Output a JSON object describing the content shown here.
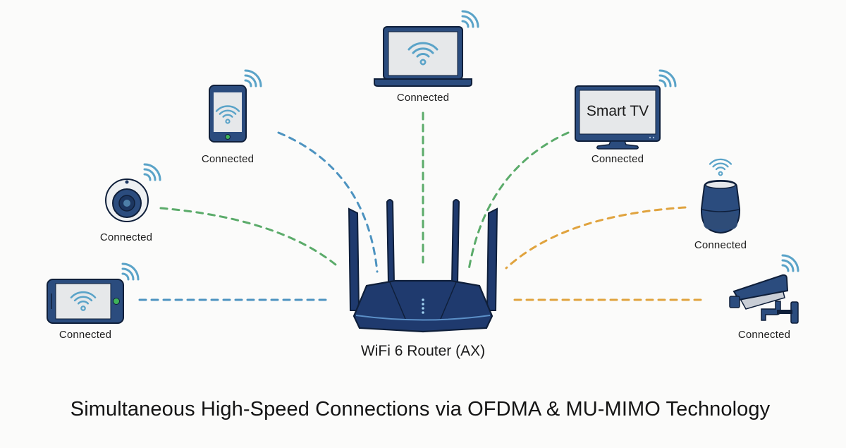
{
  "diagram": {
    "caption": "Simultaneous High-Speed Connections via OFDMA & MU-MIMO Technology",
    "router": {
      "label": "WiFi 6 Router (AX)",
      "antennas": 4,
      "status_leds": 4,
      "color": "#1f3a6e"
    },
    "colors": {
      "device_body": "#2b4c7e",
      "device_outline": "#0f1f3a",
      "screen": "#e6e8ea",
      "wifi_signal": "#5aa3c8",
      "link_blue": "#4d93c0",
      "link_green": "#5bab6a",
      "link_orange": "#e0a33e",
      "status_led_green": "#3fb35a"
    },
    "devices": [
      {
        "id": "tablet",
        "name": "Tablet",
        "status": "Connected",
        "link_color": "blue",
        "side": "left"
      },
      {
        "id": "webcam",
        "name": "Webcam",
        "status": "Connected",
        "link_color": "green",
        "side": "left"
      },
      {
        "id": "smartphone",
        "name": "Smartphone",
        "status": "Connected",
        "link_color": "blue",
        "side": "left"
      },
      {
        "id": "laptop",
        "name": "Laptop",
        "status": "Connected",
        "link_color": "green",
        "side": "top"
      },
      {
        "id": "smart-tv",
        "name": "Smart TV",
        "screen_text": "Smart TV",
        "status": "Connected",
        "link_color": "green",
        "side": "right"
      },
      {
        "id": "smart-speaker",
        "name": "Smart Speaker",
        "status": "Connected",
        "link_color": "orange",
        "side": "right"
      },
      {
        "id": "security-camera",
        "name": "Security Camera",
        "status": "Connected",
        "link_color": "orange",
        "side": "right"
      }
    ]
  }
}
